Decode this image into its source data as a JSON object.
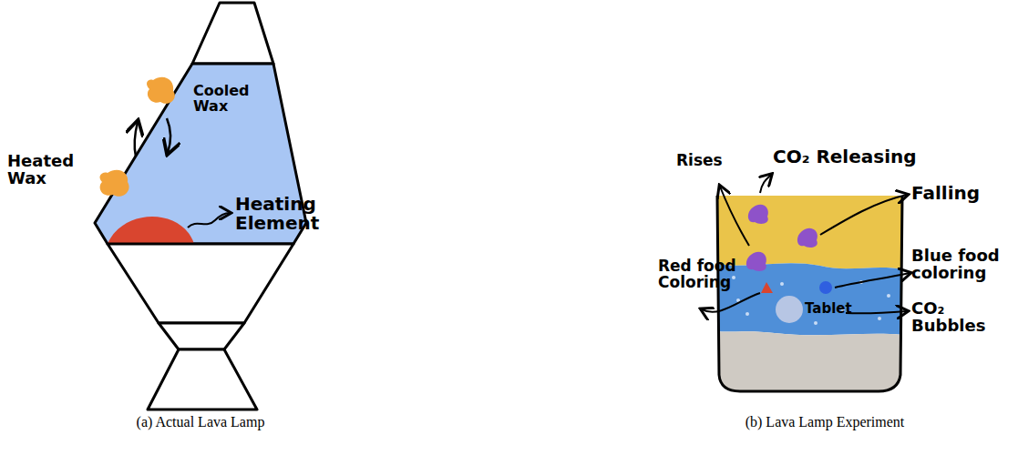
{
  "diagram": {
    "labels": [
      "Cooled Wax",
      "Heated Wax",
      "Heating Element",
      "(a) Actual Lava Lamp",
      "Rises",
      "CO₂ Releasing",
      "Falling",
      "Red food Coloring",
      "Blue food coloring",
      "Tablet",
      "CO₂ Bubbles",
      "(b) Lava Lamp Experiment"
    ]
  }
}
